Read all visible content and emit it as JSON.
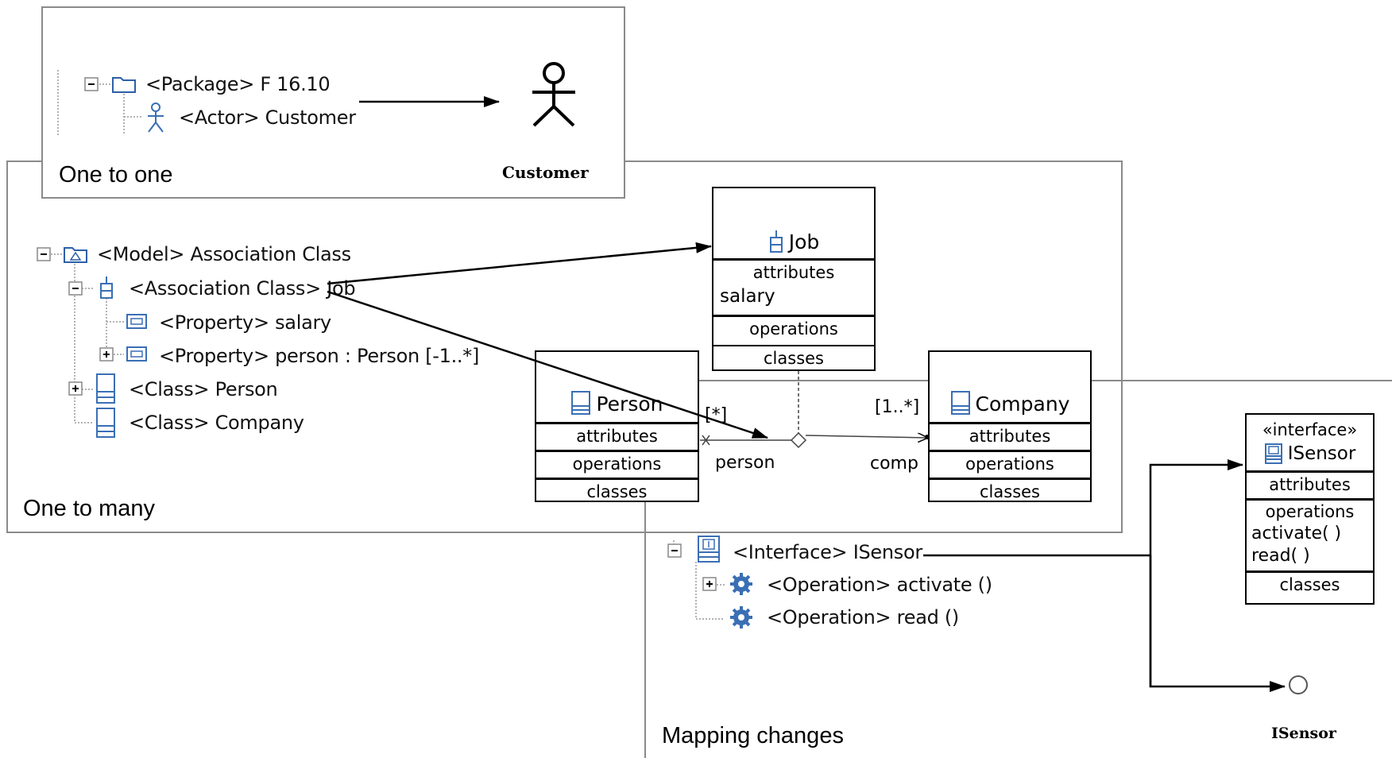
{
  "panels": {
    "one_to_one": {
      "caption": "One to one",
      "tree": [
        "<Package> F 16.10",
        "<Actor> Customer"
      ],
      "actor_label": "Customer"
    },
    "one_to_many": {
      "caption": "One to many",
      "tree": [
        "<Model> Association Class",
        "<Association Class> Job",
        "<Property> salary",
        "<Property> person : Person [-1..*]",
        "<Class> Person",
        "<Class> Company"
      ],
      "job": {
        "name": "Job",
        "attributes": "attributes",
        "attr_value": "salary",
        "operations": "operations",
        "classes": "classes"
      },
      "person": {
        "name": "Person",
        "attributes": "attributes",
        "operations": "operations",
        "classes": "classes"
      },
      "company": {
        "name": "Company",
        "attributes": "attributes",
        "operations": "operations",
        "classes": "classes"
      },
      "end_person_multiplicity": "[*]",
      "end_person_role": "person",
      "end_company_multiplicity": "[1..*]",
      "end_company_role": "comp"
    },
    "mapping_changes": {
      "caption": "Mapping changes",
      "tree": [
        "<Interface> ISensor",
        "<Operation> activate ()",
        "<Operation> read ()"
      ],
      "interface": {
        "stereotype": "«interface»",
        "name": "ISensor",
        "attributes": "attributes",
        "operations": "operations",
        "op1": "activate( )",
        "op2": "read( )",
        "classes": "classes"
      },
      "lollipop_label": "ISensor"
    }
  },
  "colors": {
    "panel_border": "#8a8a8a",
    "icon_blue": "#3a6fb5",
    "tree_line": "#9a9a9a"
  }
}
